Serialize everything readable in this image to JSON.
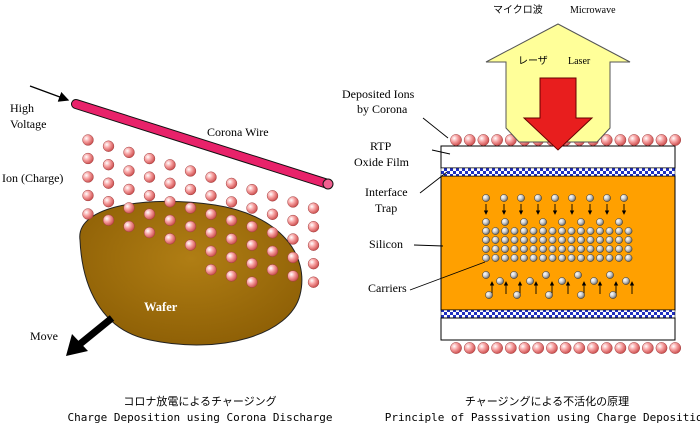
{
  "left": {
    "high_voltage_line1": "High",
    "high_voltage_line2": "Voltage",
    "corona_wire": "Corona Wire",
    "ion_charge": "Ion (Charge)",
    "wafer": "Wafer",
    "move": "Move",
    "caption_jp": "コロナ放電によるチャージング",
    "caption_en": "Charge Deposition using Corona Discharge"
  },
  "right": {
    "microwave_jp": "マイクロ波",
    "microwave_en": "Microwave",
    "laser_jp": "レーザ",
    "laser_en": "Laser",
    "deposited_ions_line1": "Deposited Ions",
    "deposited_ions_line2": "by Corona",
    "rtp_line1": "RTP",
    "rtp_line2": "Oxide Film",
    "interface_line1": "Interface",
    "interface_line2": "Trap",
    "silicon": "Silicon",
    "carriers": "Carriers",
    "caption_jp": "チャージングによる不活化の原理",
    "caption_en": "Principle of Passsivation using Charge Deposition"
  },
  "colors": {
    "ion": "#f08080",
    "corona_wire": "#e8226a",
    "wafer": "#a0700a",
    "silicon": "#ffa000",
    "microwave_arrow": "#ffff99",
    "laser_arrow": "#e81e1e",
    "interface_trap": "#2030c0"
  }
}
